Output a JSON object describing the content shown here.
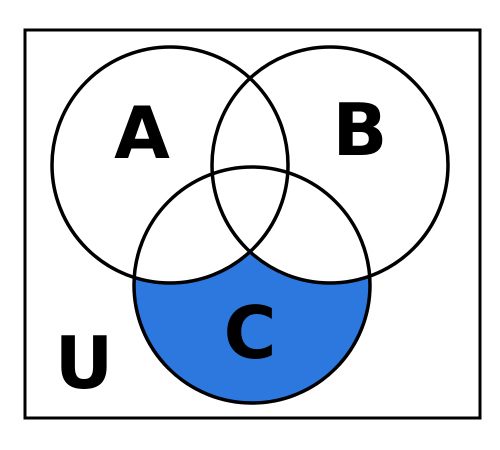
{
  "diagram": {
    "universe_label": "U",
    "sets": [
      {
        "id": "A",
        "label": "A"
      },
      {
        "id": "B",
        "label": "B"
      },
      {
        "id": "C",
        "label": "C"
      }
    ],
    "shaded_region": "C only",
    "shade_color": "#2d78df",
    "stroke_color": "#000000",
    "background_color": "#ffffff"
  }
}
